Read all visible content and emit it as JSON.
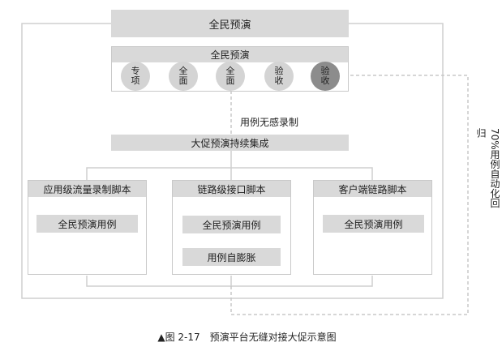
{
  "top_title": "全民预演",
  "exercise": {
    "title": "全民预演",
    "steps": [
      "专项",
      "全面",
      "全面",
      "验收",
      "验收"
    ]
  },
  "flow_label": "用例无感录制",
  "integration": "大促预演持续集成",
  "scripts": [
    {
      "title": "应用级流量录制脚本",
      "items": [
        "全民预演用例"
      ]
    },
    {
      "title": "链路级接口脚本",
      "items": [
        "全民预演用例",
        "用例自膨胀"
      ]
    },
    {
      "title": "客户端链路脚本",
      "items": [
        "全民预演用例"
      ]
    }
  ],
  "side_label": "70%用例自动化回归",
  "caption": "▲图 2-17　预演平台无缝对接大促示意图"
}
